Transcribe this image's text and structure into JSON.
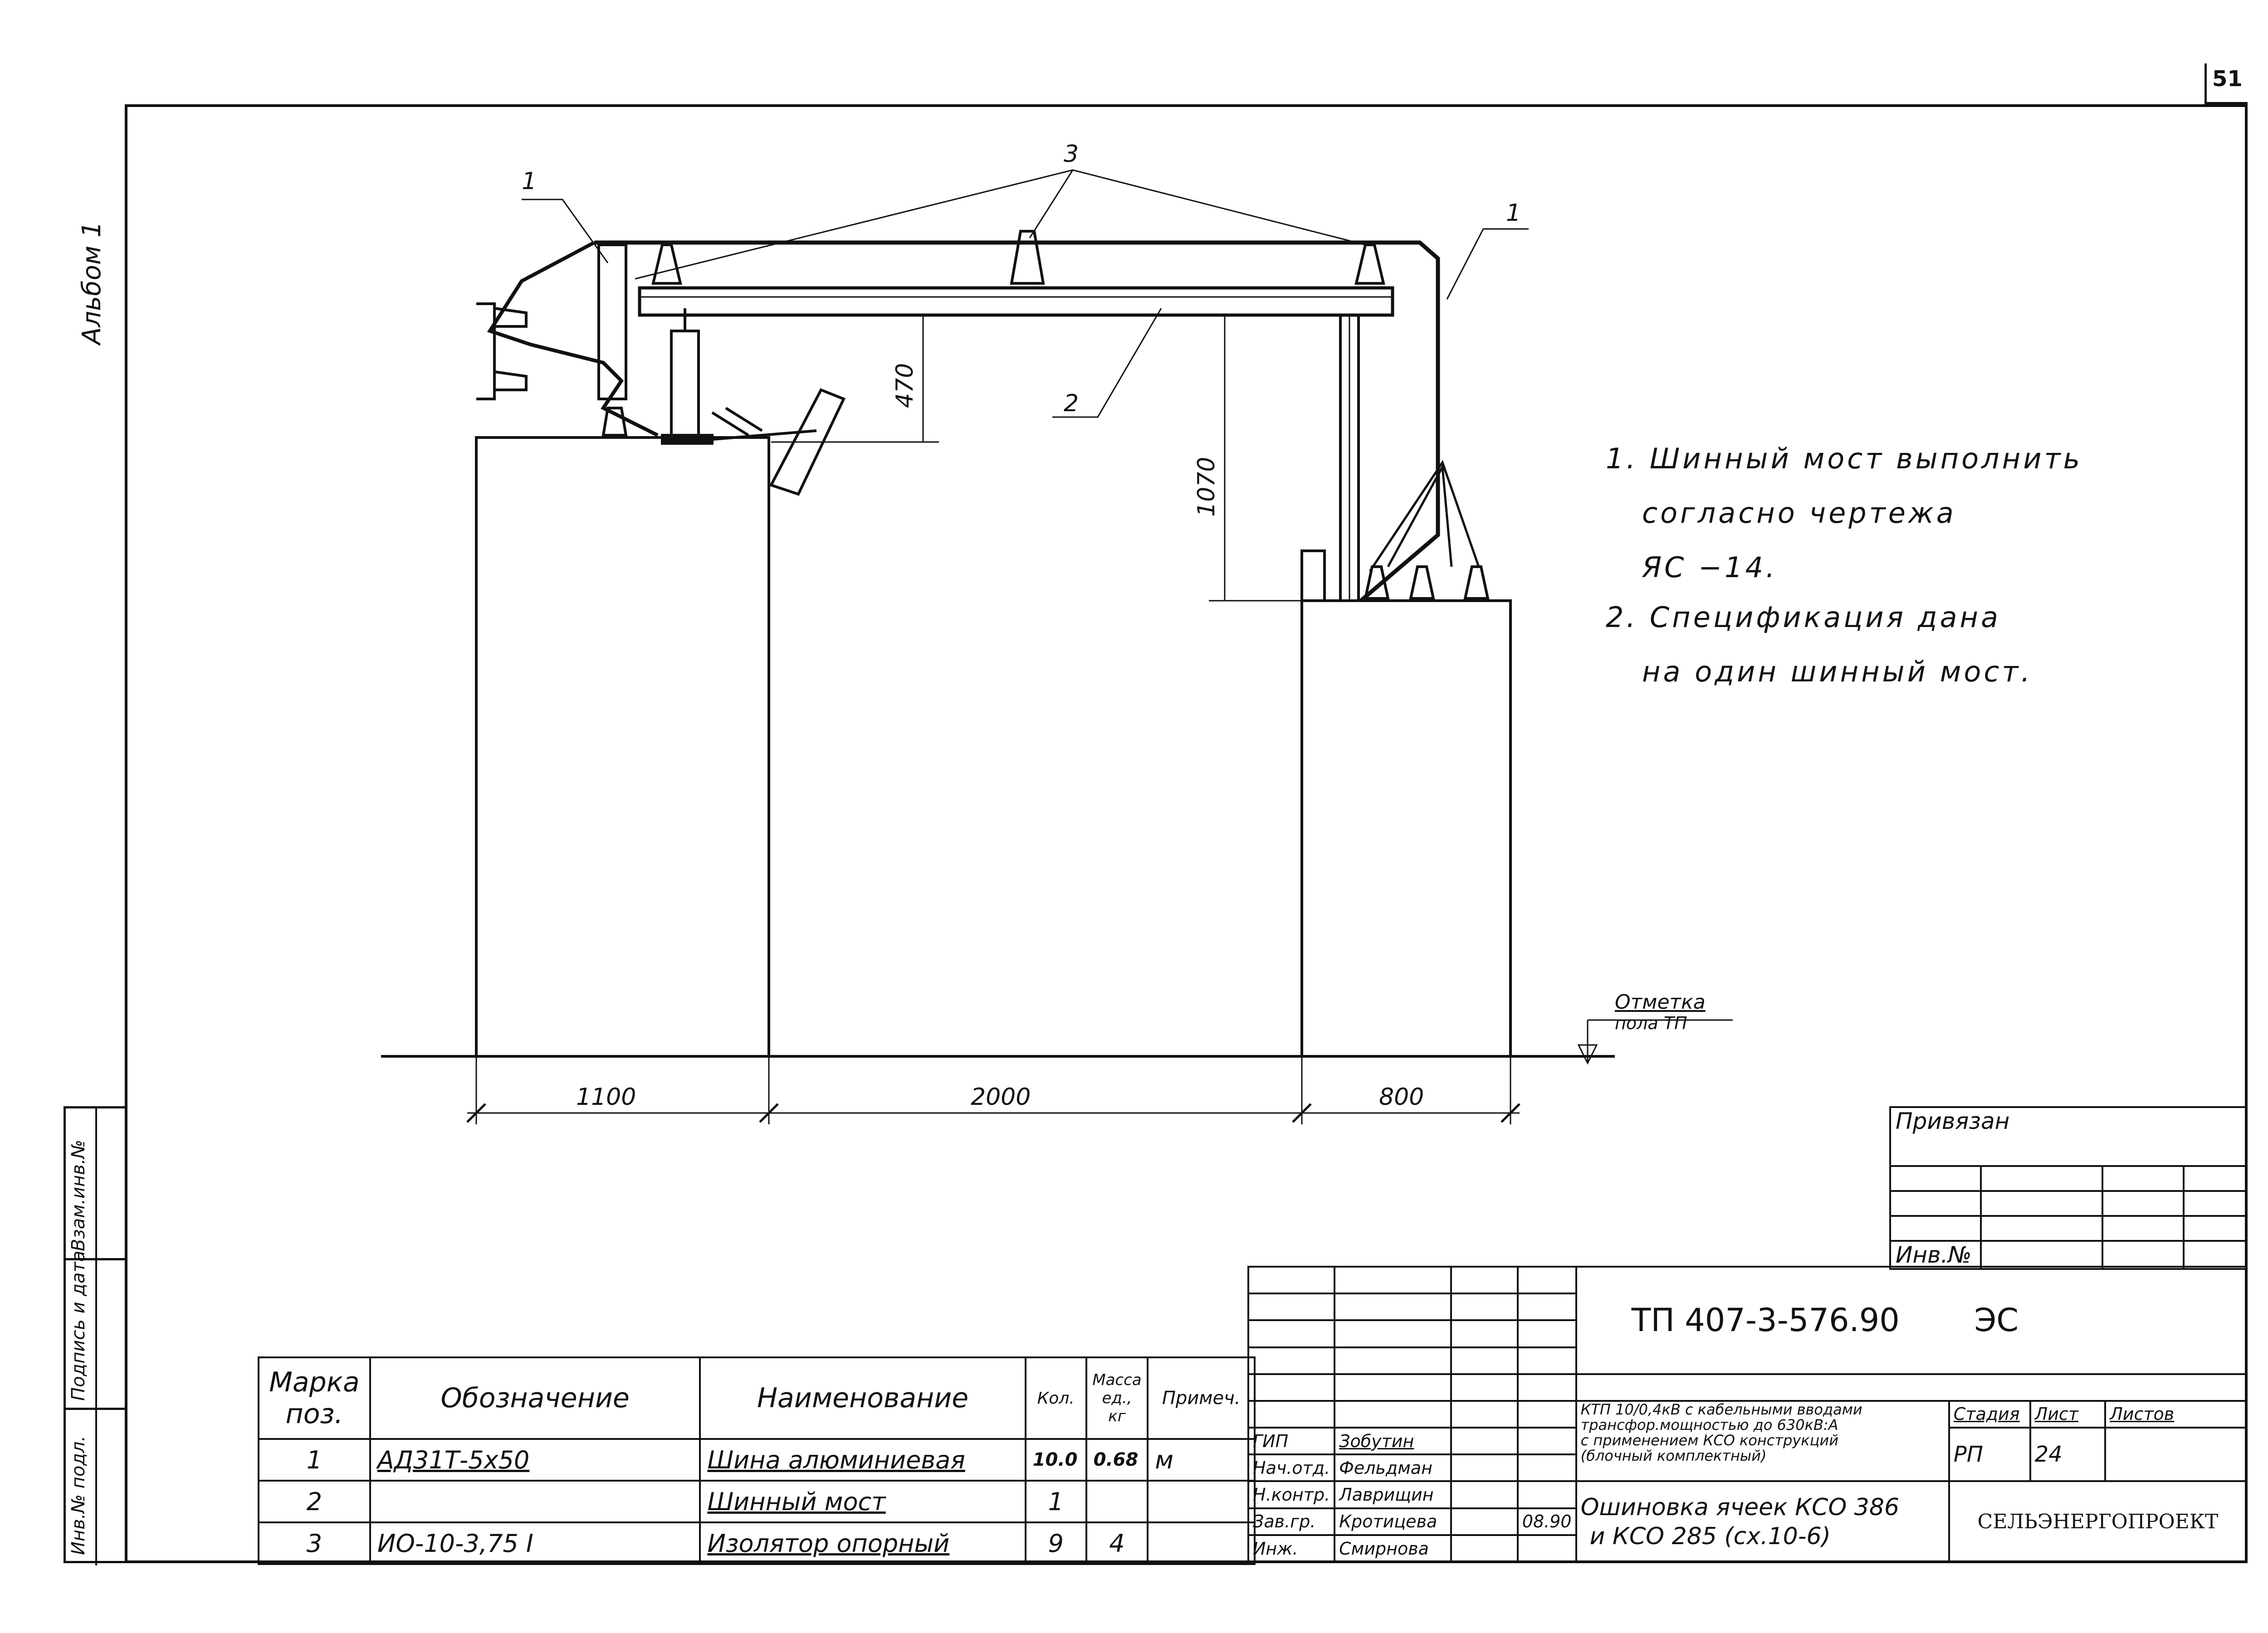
{
  "album_label": "Альбом 1",
  "page_number": "51",
  "drawing": {
    "callouts": [
      "1",
      "1",
      "3",
      "2"
    ],
    "dimensions": {
      "left_width": "1100",
      "middle_width": "2000",
      "right_width": "800",
      "height_left": "470",
      "height_right": "1070"
    },
    "floor_mark": {
      "line1": "Отметка",
      "line2": "пола ТП"
    }
  },
  "notes": [
    {
      "line1": "1. Шинный мост выполнить",
      "line2": "согласно чертежа",
      "line3": "ЯС −14."
    },
    {
      "line1": "2. Спецификация дана",
      "line2": "на один шинный мост."
    }
  ],
  "spec_table": {
    "headers": {
      "mark": "Марка поз.",
      "designation": "Обозначение",
      "name": "Наименование",
      "qty": "Кол.",
      "mass": "Масса ед., кг",
      "note": "Примеч."
    },
    "rows": [
      {
        "mark": "1",
        "designation": "АД31Т-5х50",
        "name": "Шина алюминиевая",
        "qty": "10.0",
        "mass": "0.68",
        "note": "м"
      },
      {
        "mark": "2",
        "designation": "",
        "name": "Шинный мост",
        "qty": "1",
        "mass": "",
        "note": ""
      },
      {
        "mark": "3",
        "designation": "ИО-10-3,75 I",
        "name": "Изолятор опорный",
        "qty": "9",
        "mass": "4",
        "note": ""
      }
    ]
  },
  "side_stamp": {
    "inv_podl": "Инв.№ подл.",
    "podpis_data": "Подпись и дата",
    "vzam_inv": "Взам.инв.№"
  },
  "privyazan": {
    "title": "Привязан",
    "inv": "Инв.№"
  },
  "title_block": {
    "doc_code": "ТП 407-3-576.90",
    "doc_type": "ЭС",
    "project_desc_line1": "КТП 10/0,4кВ с кабельными вводами",
    "project_desc_line2": "трансфор.мощностью до 630кВ:А",
    "project_desc_line3": "с применением КСО конструкций",
    "project_desc_line4": "(блочный комплектный)",
    "sheet_title_line1": "Ошиновка ячеек КСО 386",
    "sheet_title_line2": "и КСО 285 (сх.10-6)",
    "stage_label": "Стадия",
    "sheet_label": "Лист",
    "sheets_label": "Листов",
    "stage": "РП",
    "sheet": "24",
    "sheets": "",
    "org": "СЕЛЬЭНЕРГОПРОЕКТ",
    "date": "08.90",
    "signers": [
      {
        "role": "ГИП",
        "name": "Зобутин"
      },
      {
        "role": "Нач.отд.",
        "name": "Фельдман"
      },
      {
        "role": "Н.контр.",
        "name": "Лаврищин"
      },
      {
        "role": "Зав.гр.",
        "name": "Кротицева"
      },
      {
        "role": "Инж.",
        "name": "Смирнова"
      }
    ]
  }
}
